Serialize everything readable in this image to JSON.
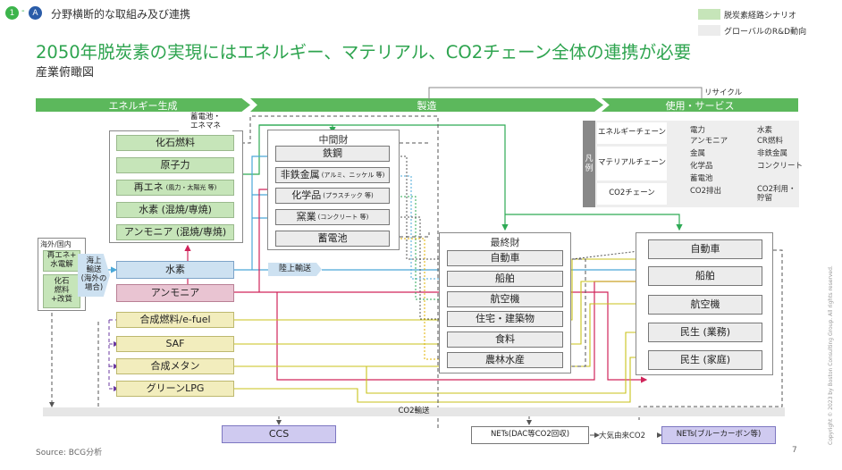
{
  "header": {
    "step1": "1",
    "stepA": "A",
    "section": "分野横断的な取組み及び連携",
    "title": "2050年脱炭素の実現にはエネルギー、マテリアル、CO2チェーン全体の連携が必要",
    "subtitle": "産業俯瞰図"
  },
  "top_legend": {
    "scenario": "脱炭素経路シナリオ",
    "rnd": "グローバルのR&D動向"
  },
  "bands": {
    "energy": "エネルギー生成",
    "manufacturing": "製造",
    "use": "使用・サービス",
    "recycle": "リサイクル"
  },
  "energy": {
    "storage": "蓄電池・\nエネマネ",
    "items": [
      "化石燃料",
      "原子力",
      "再エネ",
      "水素 (混焼/専焼)",
      "アンモニア (混焼/専焼)"
    ],
    "reene_note": "(風力・太陽光 等)"
  },
  "overseas": {
    "title": "海外/国内",
    "electrolysis": "再エネ+\n水電解",
    "fossil": "化石\n燃料\n+改質",
    "shipping": "海上\n輸送\n(海外の\n場合)"
  },
  "carriers": {
    "hydrogen": "水素",
    "ammonia": "アンモニア",
    "land": "陸上輸送"
  },
  "fuels": [
    "合成燃料/e-fuel",
    "SAF",
    "合成メタン",
    "グリーンLPG"
  ],
  "intermediate": {
    "title": "中間財",
    "items": [
      "鉄鋼",
      "非鉄金属",
      "化学品",
      "窯業",
      "蓄電池"
    ],
    "notes": [
      "",
      "(アルミ、ニッケル 等)",
      "(プラスチック 等)",
      "(コンクリート 等)",
      ""
    ]
  },
  "final": {
    "title": "最終財",
    "items": [
      "自動車",
      "船舶",
      "航空機",
      "住宅・建築物",
      "食料",
      "農林水産"
    ]
  },
  "use": {
    "items": [
      "自動車",
      "船舶",
      "航空機",
      "民生 (業務)",
      "民生 (家庭)"
    ]
  },
  "legend": {
    "hanrei": "凡\n例",
    "rows": [
      "エネルギーチェーン",
      "マテリアルチェーン",
      "CO2チェーン"
    ],
    "items": [
      "電力",
      "水素",
      "アンモニア",
      "CR燃料",
      "金属",
      "非鉄金属",
      "化学品",
      "コンクリート",
      "蓄電池",
      "CO2排出",
      "CO2利用・\n貯留"
    ],
    "colors": {
      "power": "#2eaa55",
      "hydrogen": "#4aa8d8",
      "ammonia": "#d0245a",
      "cr": "#b8b400",
      "co2": "#555555",
      "co2use": "#6b3aa0"
    }
  },
  "co2": {
    "transport": "CO2輸送",
    "ccs": "CCS",
    "nets_dac": "NETs(DAC等CO2回収)",
    "air_co2": "大気由来CO2",
    "nets_bc": "NETs(ブルーカーボン等)"
  },
  "footer": {
    "source": "Source: BCG分析",
    "page": "7",
    "copyright": "Copyright © 2023 by Boston Consulting Group. All rights reserved."
  }
}
